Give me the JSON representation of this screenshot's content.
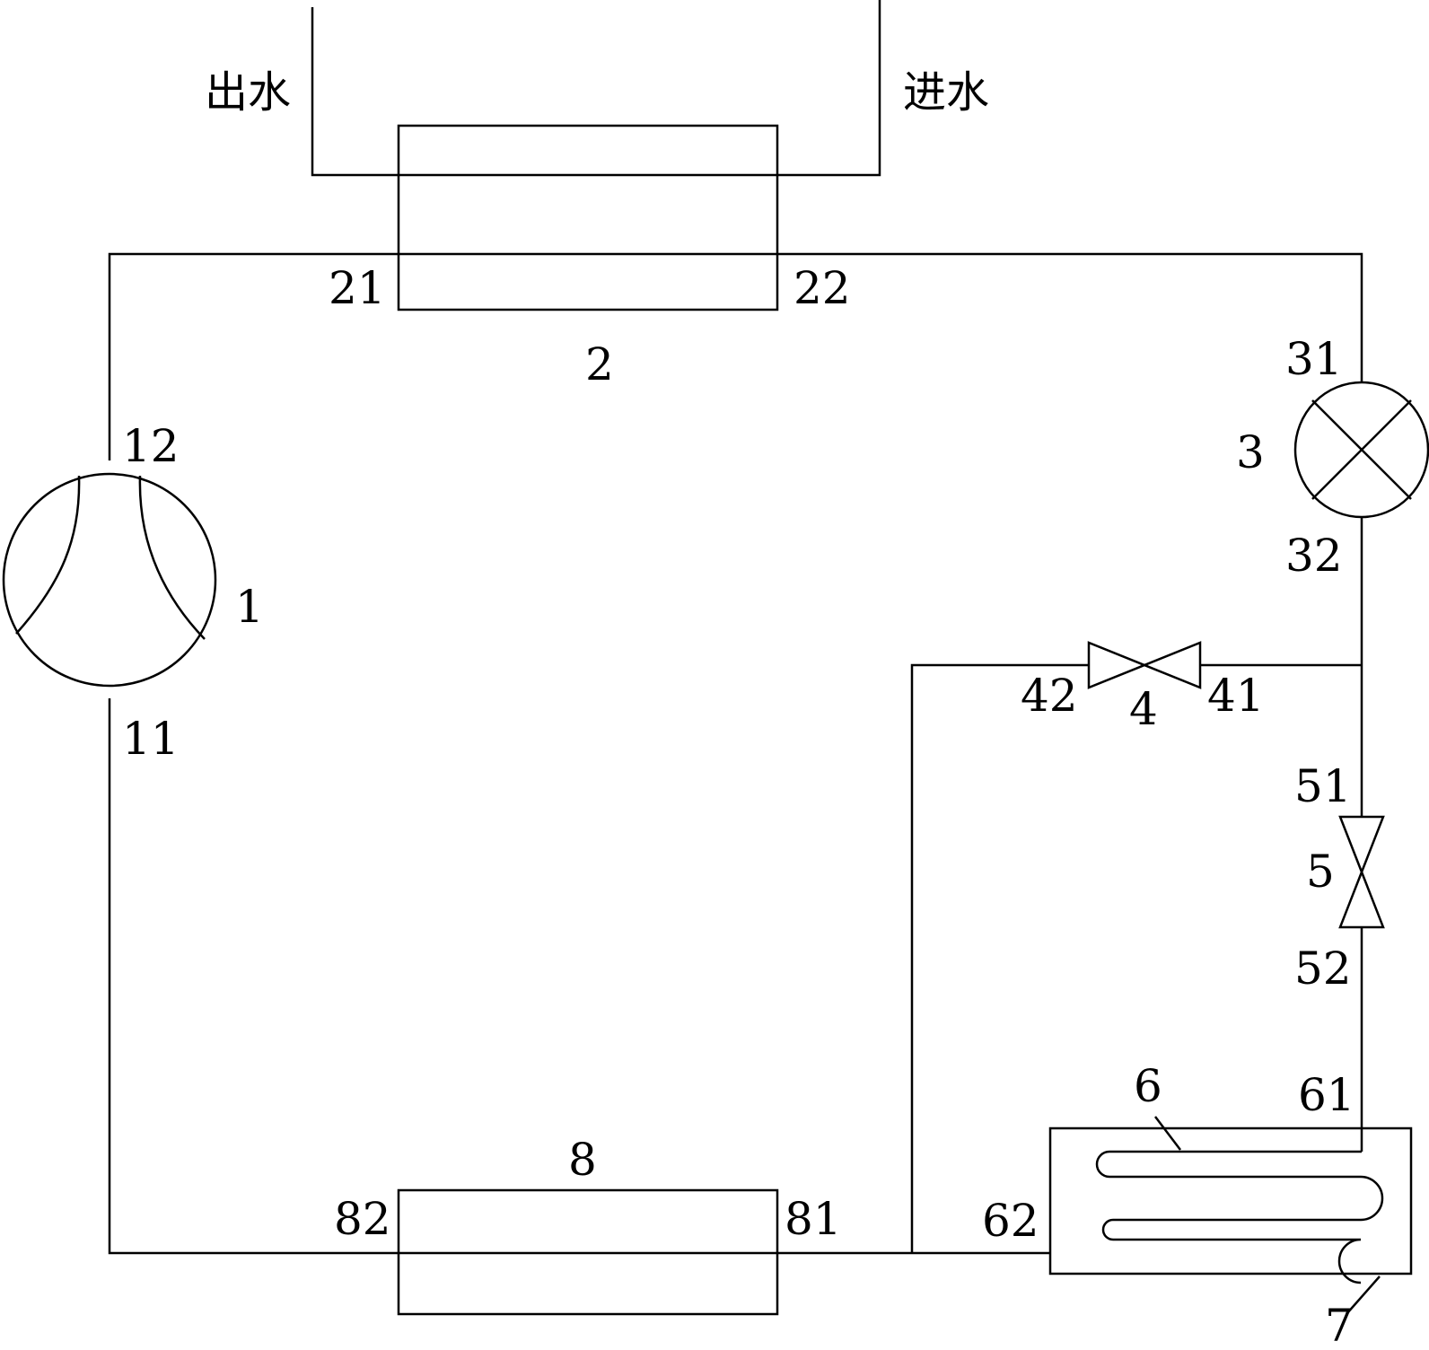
{
  "water": {
    "outlet": "出水",
    "inlet": "进水"
  },
  "labels": {
    "compressor": "1",
    "compressor_inlet": "11",
    "compressor_outlet": "12",
    "water_heat_exchanger": "2",
    "hx_port_21": "21",
    "hx_port_22": "22",
    "expansion_valve": "3",
    "valve3_port_31": "31",
    "valve3_port_32": "32",
    "valve_4": "4",
    "valve4_port_41": "41",
    "valve4_port_42": "42",
    "valve_5": "5",
    "valve5_port_51": "51",
    "valve5_port_52": "52",
    "coil": "6",
    "coil_port_61": "61",
    "coil_port_62": "62",
    "tank": "7",
    "exchanger_8": "8",
    "hx8_port_81": "81",
    "hx8_port_82": "82"
  }
}
